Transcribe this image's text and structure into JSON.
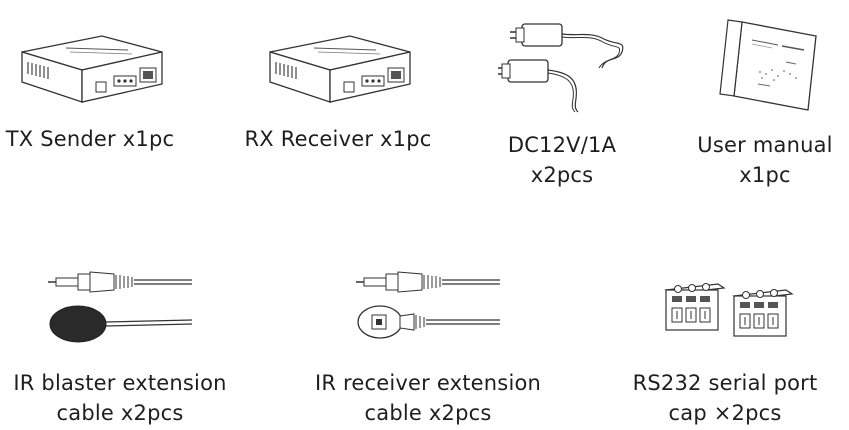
{
  "items": [
    {
      "lines": [
        "TX Sender x1pc"
      ],
      "icon": "tx-sender-device-icon"
    },
    {
      "lines": [
        "RX Receiver x1pc"
      ],
      "icon": "rx-receiver-device-icon"
    },
    {
      "lines": [
        "DC12V/1A",
        "x2pcs"
      ],
      "icon": "power-adapter-icon"
    },
    {
      "lines": [
        "User manual",
        "x1pc"
      ],
      "icon": "manual-booklet-icon"
    },
    {
      "lines": [
        "IR blaster extension",
        "cable x2pcs"
      ],
      "icon": "ir-blaster-cable-icon"
    },
    {
      "lines": [
        "IR receiver extension",
        "cable x2pcs"
      ],
      "icon": "ir-receiver-cable-icon"
    },
    {
      "lines": [
        "RS232 serial port",
        "cap ×2pcs"
      ],
      "icon": "terminal-block-icon"
    }
  ]
}
